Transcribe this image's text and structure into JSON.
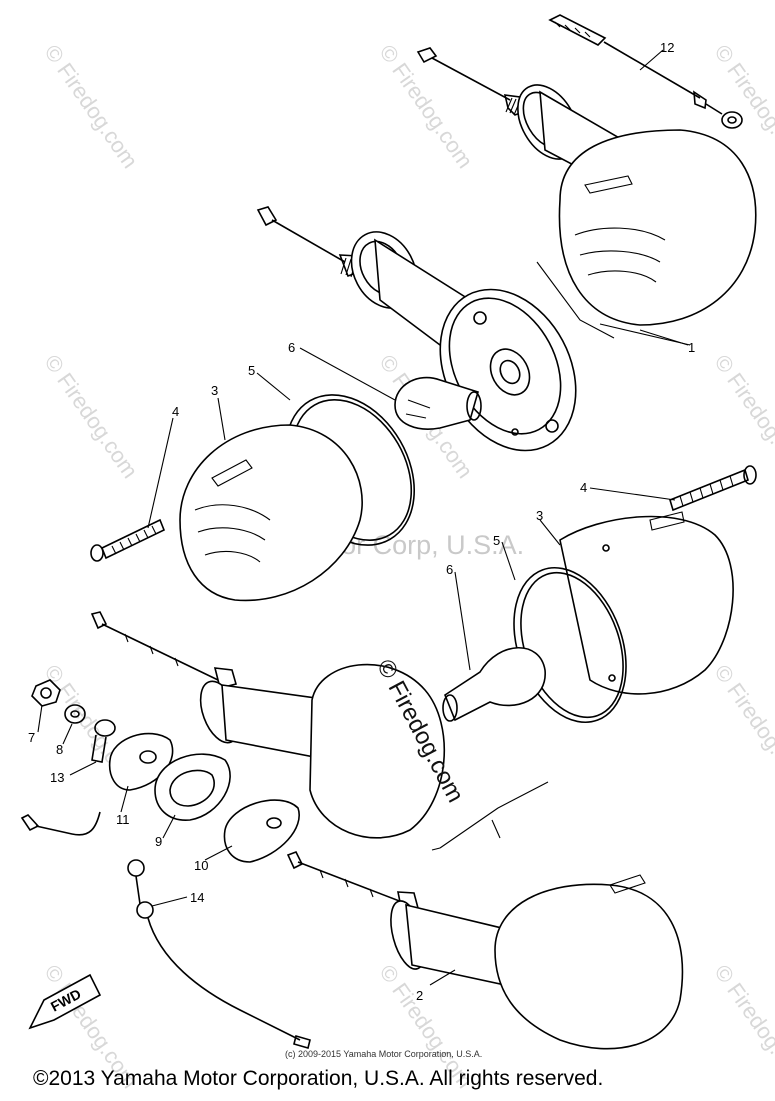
{
  "watermark": {
    "repeated": "© Firedog.com",
    "center": "Yamaha Motor Corp, U.S.A.",
    "firedog_overlay": "© Firedog.com"
  },
  "small_copyright": "(c) 2009-2015 Yamaha Motor Corporation, U.S.A.",
  "footer": "©2013 Yamaha Motor Corporation, U.S.A. All rights reserved.",
  "fwd_label": "FWD",
  "callouts": {
    "c1": "1",
    "c2": "2",
    "c3a": "3",
    "c3b": "3",
    "c4a": "4",
    "c4b": "4",
    "c5a": "5",
    "c5b": "5",
    "c6a": "6",
    "c6b": "6",
    "c7": "7",
    "c8": "8",
    "c9": "9",
    "c10": "10",
    "c11": "11",
    "c12": "12",
    "c13": "13",
    "c14": "14"
  }
}
